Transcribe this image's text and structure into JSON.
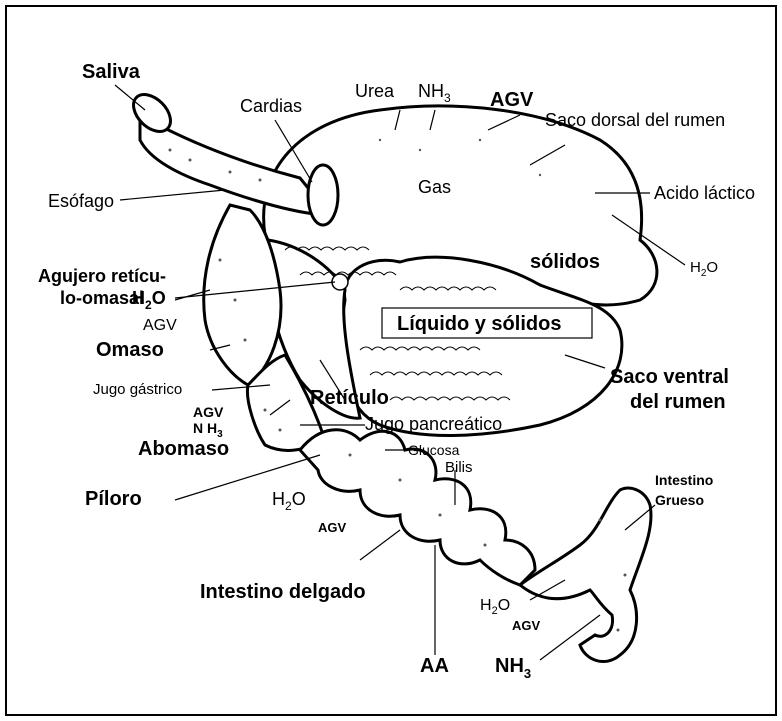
{
  "labels": {
    "saliva": "Saliva",
    "cardias": "Cardias",
    "urea": "Urea",
    "nh3_top": "NH",
    "nh3_top_sub": "3",
    "agv_top": "AGV",
    "saco_dorsal": "Saco dorsal del rumen",
    "esofago": "Esófago",
    "gas": "Gas",
    "acido_lactico": "Acido láctico",
    "solidos": "sólidos",
    "h2o_right": "H",
    "h2o_right_sub": "2",
    "h2o_right_o": "O",
    "agujero_1": "Agujero retícu-",
    "agujero_2": "lo-omasal",
    "h2o_left": "H",
    "h2o_left_sub": "2",
    "h2o_left_o": "O",
    "agv_left": "AGV",
    "liquido_solidos": "Líquido y sólidos",
    "omaso": "Omaso",
    "saco_ventral_1": "Saco ventral",
    "saco_ventral_2": "del rumen",
    "jugo_gastrico": "Jugo gástrico",
    "reticulo": "Retículo",
    "agv_abo": "AGV",
    "nh3_abo": "N H",
    "nh3_abo_sub": "3",
    "jugo_pancreatico": "Jugo pancreático",
    "abomaso": "Abomaso",
    "glucosa": "Glucosa",
    "bilis": "Bilis",
    "intestino_grueso_1": "Intestino",
    "intestino_grueso_2": "Grueso",
    "piloro": "Píloro",
    "h2o_int": "H",
    "h2o_int_sub": "2",
    "h2o_int_o": "O",
    "agv_int": "AGV",
    "intestino_delgado": "Intestino delgado",
    "h2o_low": "H",
    "h2o_low_sub": "2",
    "h2o_low_o": "O",
    "agv_low": "AGV",
    "aa": "AA",
    "nh3_low": "NH",
    "nh3_low_sub": "3"
  },
  "colors": {
    "outline": "#000000",
    "background": "#ffffff",
    "texture": "#555555"
  }
}
